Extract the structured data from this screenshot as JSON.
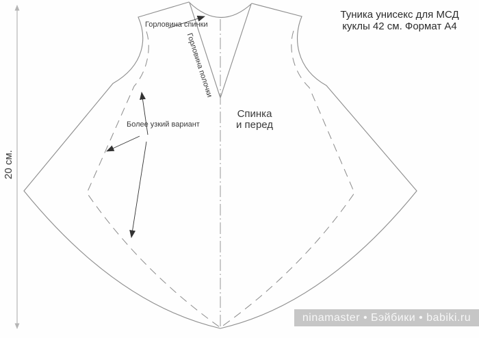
{
  "page": {
    "title_line1": "Туника унисекс для МСД",
    "title_line2": "куклы 42 см. Формат А4"
  },
  "labels": {
    "back_neckline": "Горловина спинки",
    "front_neckline": "Горловина полочки",
    "piece_name_line1": "Спинка",
    "piece_name_line2": "и перед",
    "narrow_variant": "Более узкий вариант",
    "dimension": "20 см."
  },
  "watermark": "ninamaster • Бэйбики • babiki.ru",
  "colors": {
    "outline": "#8f8f8f",
    "centerline": "#9a9a9a",
    "measure_line": "#b5b5b5",
    "arrow": "#333333",
    "text": "#3a3a3a",
    "title_text": "#2b2b2b",
    "watermark_bg": "#c6c6c6",
    "watermark_text": "#f7f7f7"
  }
}
